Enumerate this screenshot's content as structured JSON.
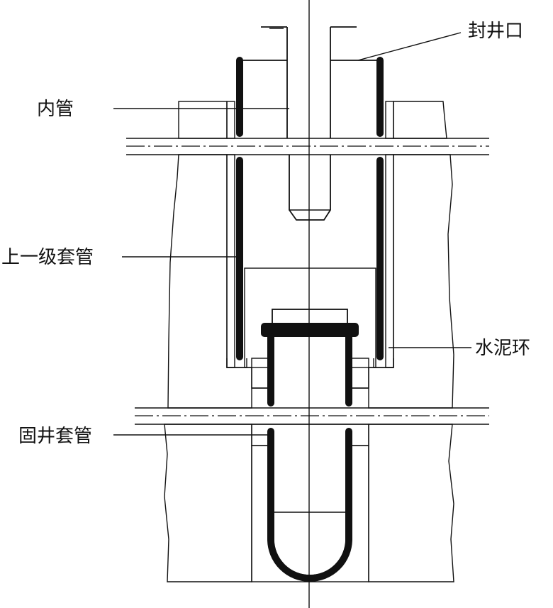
{
  "labels": {
    "seal": "封井口",
    "inner_tube": "内管",
    "upper_casing": "上一级套管",
    "cement_ring": "水泥环",
    "fixed_casing": "固井套管"
  },
  "colors": {
    "line": "#111111",
    "cement_dot": "#444444",
    "background": "#ffffff"
  }
}
